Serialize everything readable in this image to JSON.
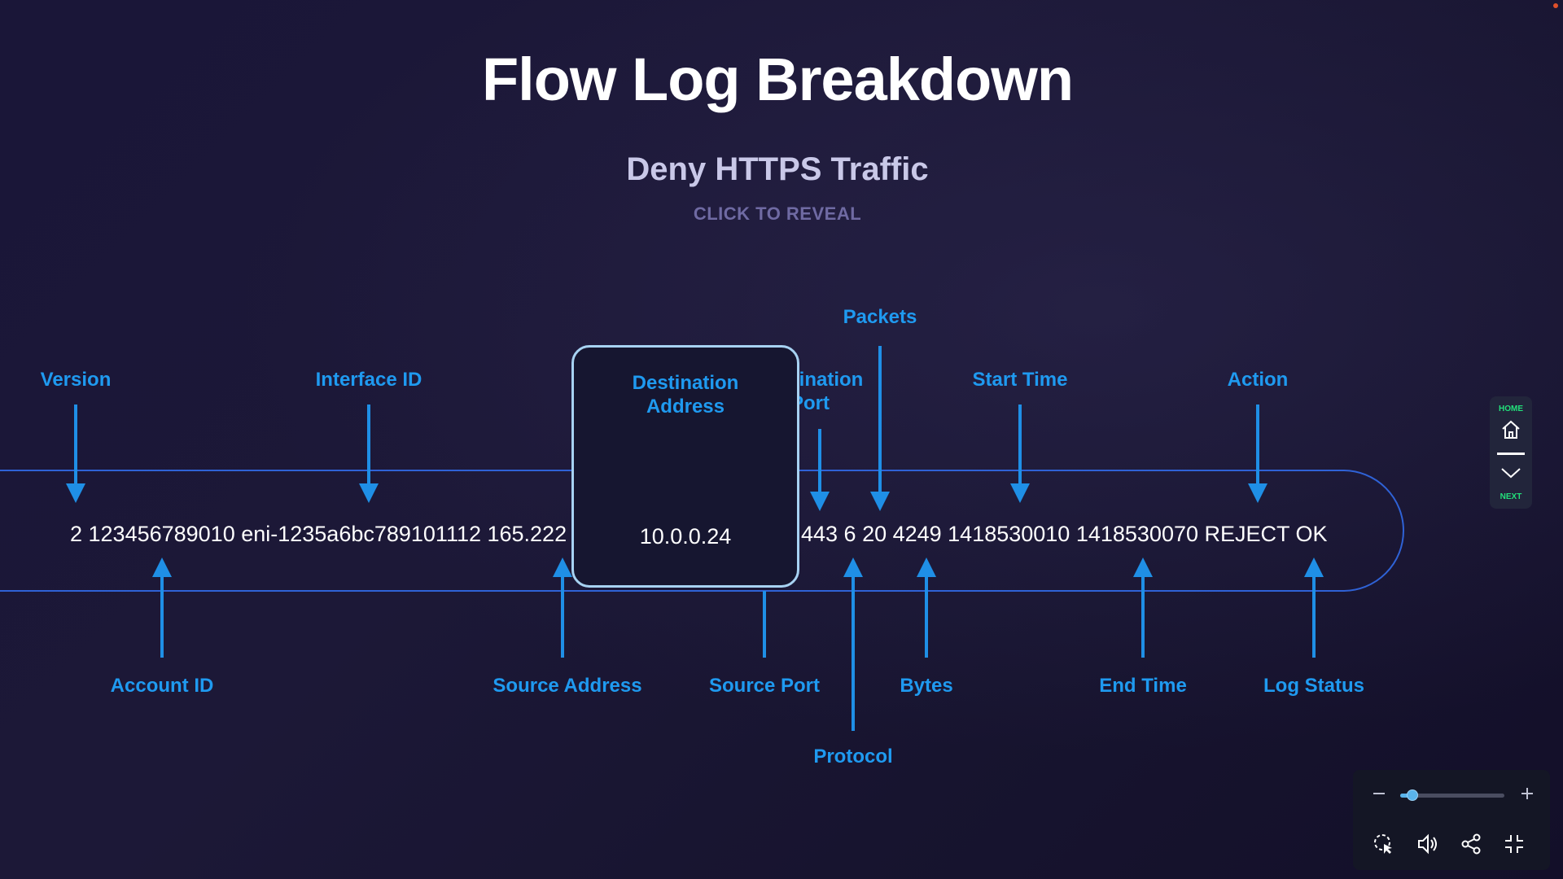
{
  "slide": {
    "title": "Flow Log Breakdown",
    "subtitle": "Deny HTTPS Traffic",
    "reveal_prompt": "CLICK TO REVEAL"
  },
  "log_record": {
    "left_text": "2 123456789010 eni-1235a6bc789101112 165.222",
    "destination_value": "10.0.0.24",
    "right_text": "443 6 20 4249 1418530010 1418530070 REJECT OK"
  },
  "labels_top": {
    "version": "Version",
    "interface_id": "Interface ID",
    "destination_address": "Destination Address",
    "destination_port": "Destination Port",
    "packets": "Packets",
    "start_time": "Start Time",
    "action": "Action"
  },
  "labels_bottom": {
    "account_id": "Account ID",
    "source_address": "Source Address",
    "source_port": "Source Port",
    "protocol": "Protocol",
    "bytes": "Bytes",
    "end_time": "End Time",
    "log_status": "Log Status"
  },
  "side_nav": {
    "home_label": "HOME",
    "next_label": "NEXT"
  },
  "controls": {
    "zoom_level": 0.12
  },
  "colors": {
    "background": "#171433",
    "accent_blue": "#1f9af0",
    "track_blue": "#2f62d6",
    "nav_green": "#22e07a",
    "highlight_border": "#a7d2f2"
  }
}
